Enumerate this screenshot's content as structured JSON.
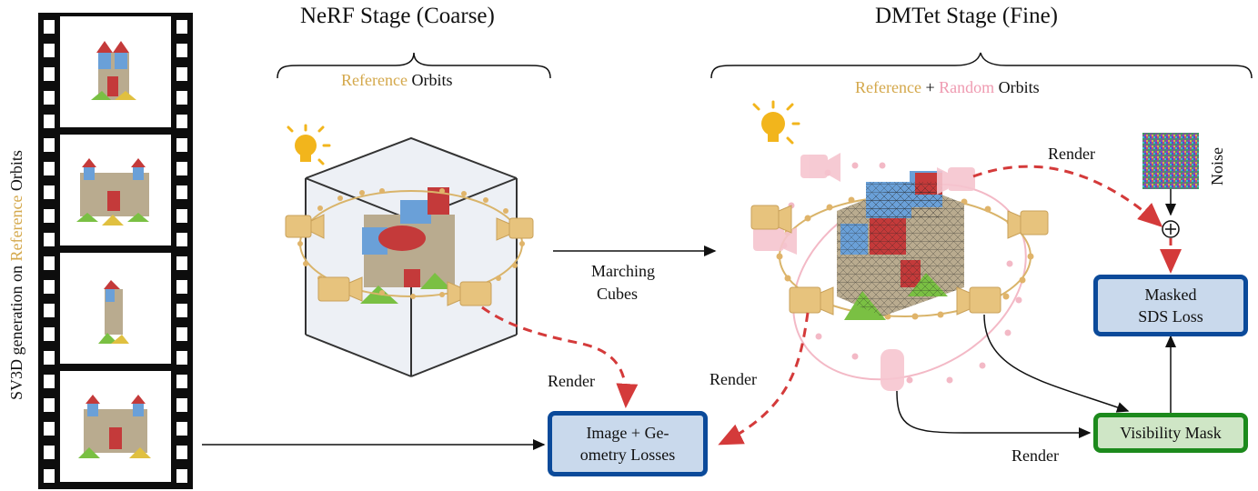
{
  "left_label": {
    "prefix": "SV3D generation on",
    "highlight": "Reference",
    "suffix": "Orbits"
  },
  "nerf": {
    "title": "NeRF Stage (Coarse)",
    "orbit_ref": "Reference",
    "orbit_word": "Orbits"
  },
  "dmtet": {
    "title": "DMTet Stage (Fine)",
    "orbit_ref": "Reference",
    "plus": "+",
    "orbit_random": "Random",
    "orbit_word": "Orbits"
  },
  "labels": {
    "marching": "Marching",
    "cubes": "Cubes",
    "render_nerf": "Render",
    "render_dmtet": "Render",
    "render_top": "Render",
    "render_bottom": "Render",
    "noise": "Noise",
    "plus_circle": "⊕"
  },
  "boxes": {
    "image_losses_line1": "Image + Ge-",
    "image_losses_line2": "ometry Losses",
    "sds_line1": "Masked",
    "sds_line2": "SDS Loss",
    "visibility": "Visibility Mask"
  },
  "colors": {
    "gold": "#d4a84b",
    "pink": "#ef9bb1",
    "dashed_red": "#d43a3a",
    "blue_border": "#0b4a9a",
    "green_border": "#1c8a1c",
    "box_blue_fill": "#c9d9ec",
    "box_green_fill": "#cfe6c6"
  },
  "icons": [
    "film-strip-icon",
    "castle-render-icon",
    "light-bulb-icon",
    "camera-icon",
    "noise-image-icon"
  ]
}
